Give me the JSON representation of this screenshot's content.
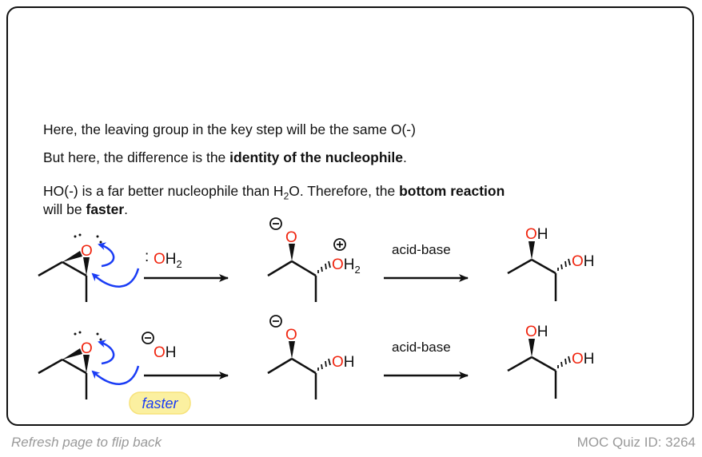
{
  "text": {
    "line1": "Here, the leaving group in the key step will be the same O(-)",
    "line2_pre": "But here, the difference is the ",
    "line2_bold": "identity of the nucleophile",
    "line2_post": ".",
    "line3_pre": "HO(-) is a far better nucleophile than H",
    "line3_sub": "2",
    "line3_mid": "O. Therefore, the ",
    "line3_bold": "bottom reaction",
    "line4_pre": "will be ",
    "line4_bold": "faster",
    "line4_post": "."
  },
  "scheme": {
    "top_nucleophile_O": "O",
    "top_nucleophile_H": "H",
    "top_nucleophile_sub": "2",
    "bottom_nucleophile_O": "O",
    "bottom_nucleophile_H": "H",
    "epoxide_O": "O",
    "intermediate_O": "O",
    "intermediate_top_OH2": "H",
    "intermediate_top_sub": "2",
    "intermediate_bottom_H": "H",
    "reagent": "acid-base",
    "product_O": "O",
    "product_H": "H",
    "faster_label": "faster"
  },
  "footer": {
    "refresh": "Refresh page to flip back",
    "quiz_id": "MOC Quiz ID: 3264"
  },
  "colors": {
    "oxygen": "#f0250f",
    "arrow": "#1a3cf5",
    "highlight": "#fbf0a0"
  }
}
